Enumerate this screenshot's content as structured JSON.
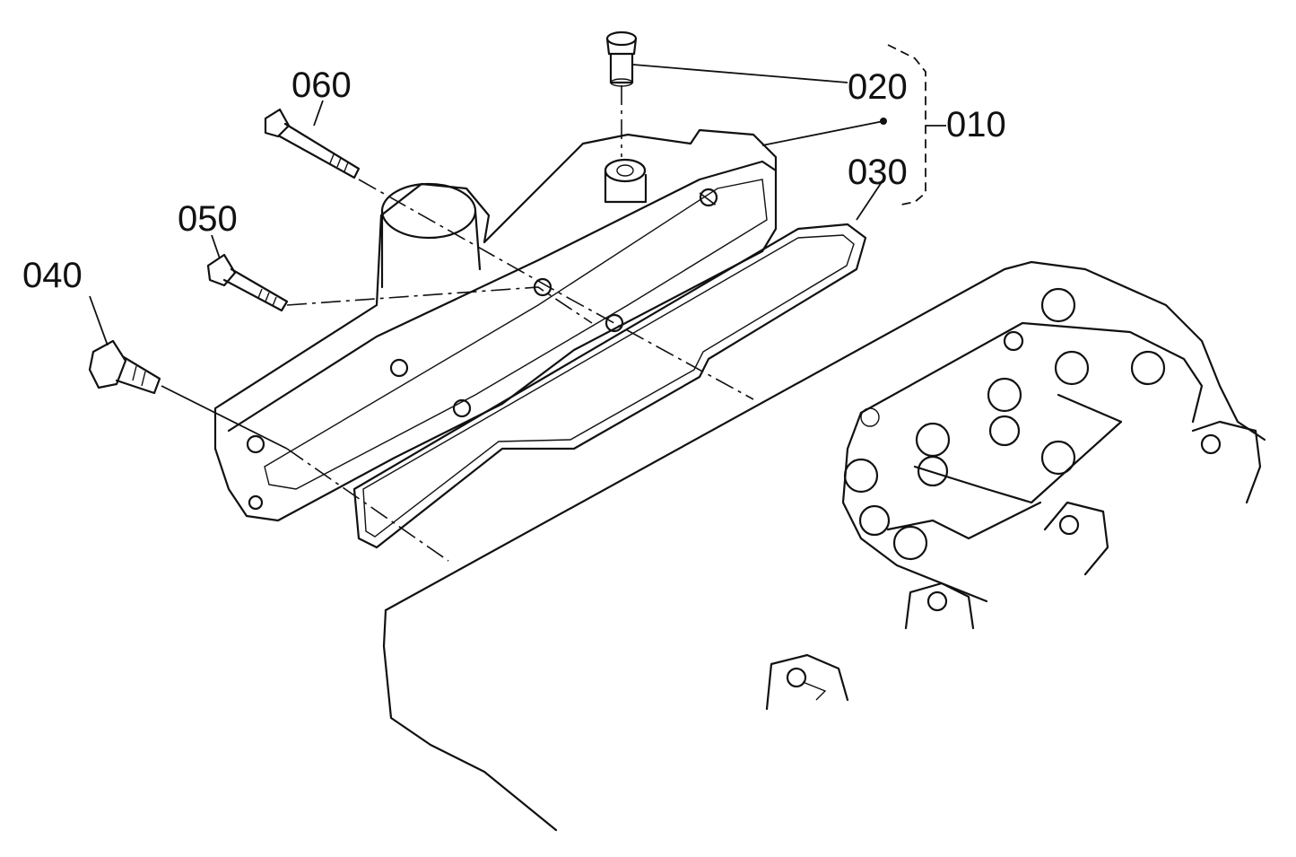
{
  "callouts": {
    "c010": "010",
    "c020": "020",
    "c030": "030",
    "c040": "040",
    "c050": "050",
    "c060": "060"
  },
  "colors": {
    "line": "#111111",
    "background": "#ffffff"
  }
}
